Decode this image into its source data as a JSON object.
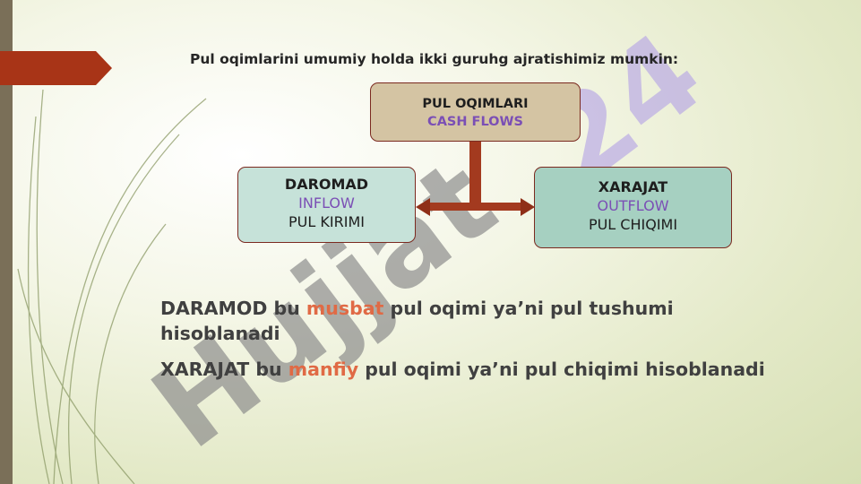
{
  "heading": "Pul oqimlarini umumiy holda ikki guruhg  ajratishimiz mumkin:",
  "root_box": {
    "line1": "PUL OQIMLARI",
    "line2": "CASH FLOWS"
  },
  "inflow_box": {
    "line1": "DAROMAD",
    "line2": "INFLOW",
    "line3": "PUL KIRIMI"
  },
  "outflow_box": {
    "line1": "XARAJAT",
    "line2": "OUTFLOW",
    "line3": "PUL CHIQIMI"
  },
  "sentence1": {
    "part1": "DARAMOD bu ",
    "accent": "musbat",
    "part2": " pul oqimi ya’ni pul tushumi hisoblanadi"
  },
  "sentence2": {
    "part1": "XARAJAT bu ",
    "accent": "manfiy",
    "part2": " pul oqimi ya’ni pul chiqimi hisoblanadi"
  },
  "watermark_text": "Hujjat24",
  "colors": {
    "accent": "#e06a45",
    "purple": "#7b4fb5",
    "arrow": "#a33a1f",
    "sidebar": "#7a6f58"
  }
}
